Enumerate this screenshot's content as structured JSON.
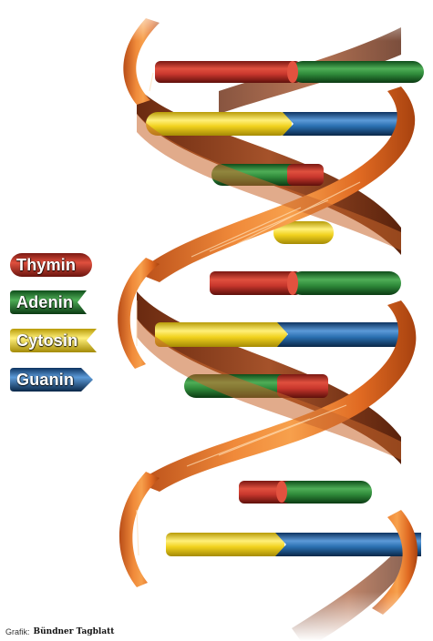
{
  "legend": {
    "items": [
      {
        "label": "Thymin",
        "color": "#c8372d",
        "shape": "rounded"
      },
      {
        "label": "Adenin",
        "color": "#2f8a3a",
        "shape": "notch"
      },
      {
        "label": "Cytosin",
        "color": "#f1d21e",
        "shape": "notch"
      },
      {
        "label": "Guanin",
        "color": "#2a6fb0",
        "shape": "arrow"
      }
    ]
  },
  "credit": {
    "prefix": "Grafik:",
    "brand": "Bündner Tagblatt"
  },
  "colors": {
    "thymin": "#c8372d",
    "adenin": "#2f8a3a",
    "cytosin": "#f1d21e",
    "guanin": "#2a6fb0",
    "ribbon": "#e8742a",
    "ribbon_dark": "#8b3a1c"
  }
}
